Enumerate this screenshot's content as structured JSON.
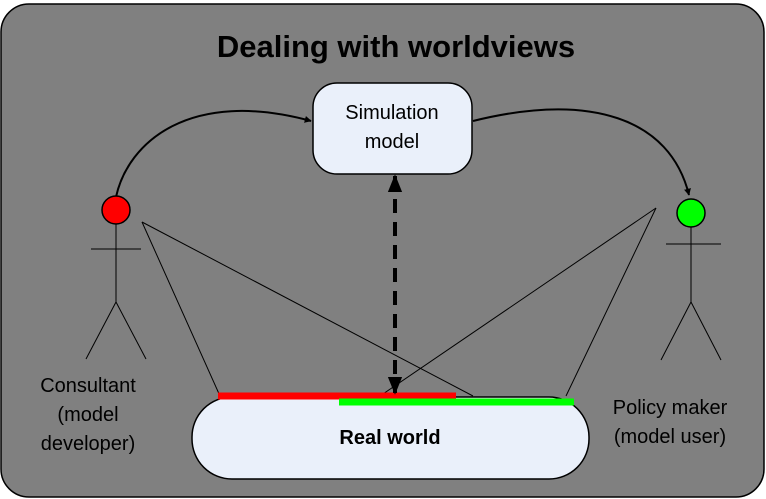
{
  "title": "Dealing with worldviews",
  "simulation_model": {
    "line1": "Simulation",
    "line2": "model"
  },
  "real_world": {
    "label": "Real world"
  },
  "consultant": {
    "line1": "Consultant",
    "line2": "(model",
    "line3": "developer)",
    "head_color": "#ff0000"
  },
  "policy_maker": {
    "line1": "Policy maker",
    "line2": "(model user)",
    "head_color": "#00ff00"
  },
  "colors": {
    "panel": "#808080",
    "box_fill": "#eaf0fa",
    "consultant_view": "#ff0000",
    "policy_view": "#00ff00"
  }
}
